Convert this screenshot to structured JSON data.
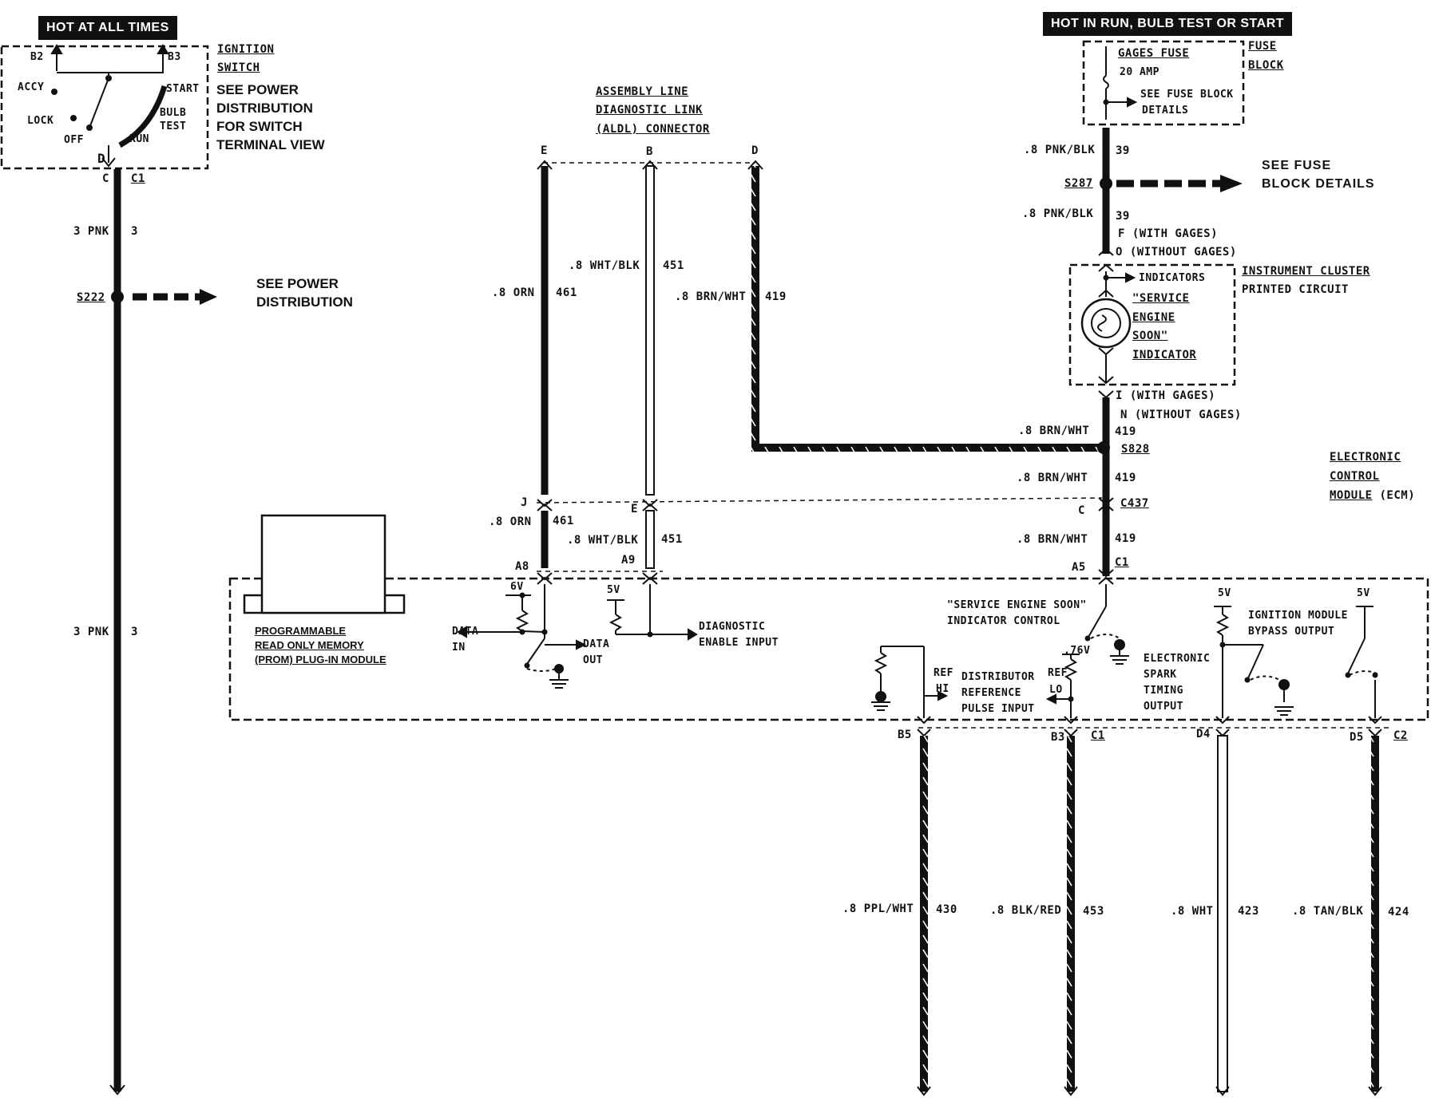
{
  "banners": {
    "hot_at_all_times": "HOT AT ALL TIMES",
    "hot_in_run": "HOT IN RUN, BULB TEST OR START"
  },
  "ignition": {
    "title_line1": "IGNITION",
    "title_line2": "SWITCH",
    "note_lines": [
      "SEE POWER",
      "DISTRIBUTION",
      "FOR SWITCH",
      "TERMINAL VIEW"
    ],
    "b2": "B2",
    "b3": "B3",
    "accy": "ACCY",
    "lock": "LOCK",
    "off": "OFF",
    "start": "START",
    "bulb": "BULB",
    "test": "TEST",
    "run": "RUN",
    "terminal_d": "D",
    "terminal_c": "C",
    "connector": "C1"
  },
  "left_wire": {
    "size_color": "3 PNK",
    "circuit": "3",
    "splice": "S222",
    "note_lines": [
      "SEE POWER",
      "DISTRIBUTION"
    ]
  },
  "aldl": {
    "title_lines": [
      "ASSEMBLY LINE",
      "DIAGNOSTIC LINK",
      "(ALDL) CONNECTOR"
    ],
    "pin_e": "E",
    "pin_b": "B",
    "pin_d": "D"
  },
  "wires": {
    "orn": ".8 ORN",
    "orn_circuit": "461",
    "whtblk": ".8 WHT/BLK",
    "whtblk_circuit": "451",
    "brnwht": ".8 BRN/WHT",
    "brnwht_circuit": "419",
    "pnkblk": ".8 PNK/BLK",
    "pnkblk_circuit": "39",
    "pplwht": ".8 PPL/WHT",
    "pplwht_circuit": "430",
    "blkred": ".8 BLK/RED",
    "blkred_circuit": "453",
    "wht": ".8 WHT",
    "wht_circuit": "423",
    "tanblk": ".8 TAN/BLK",
    "tanblk_circuit": "424"
  },
  "fuse_block": {
    "label_lines": [
      "FUSE",
      "BLOCK"
    ],
    "fuse_name": "GAGES FUSE",
    "fuse_amp": "20 AMP",
    "detail_lines": [
      "SEE FUSE BLOCK",
      "DETAILS"
    ],
    "splice": "S287",
    "see_fuse_lines": [
      "SEE  FUSE",
      "BLOCK DETAILS"
    ]
  },
  "cluster": {
    "f_with": "F (WITH GAGES)",
    "o_without": "O (WITHOUT GAGES)",
    "label_lines": [
      "INSTRUMENT CLUSTER",
      "PRINTED CIRCUIT"
    ],
    "indicators": "INDICATORS",
    "ses_lines": [
      "\"SERVICE",
      "ENGINE",
      "SOON\"",
      "INDICATOR"
    ],
    "i_with": "I (WITH GAGES)",
    "n_without": "N (WITHOUT GAGES)",
    "splice": "S828",
    "connector": "C437",
    "pin_c": "C"
  },
  "ecm": {
    "label_lines": [
      "ELECTRONIC",
      "CONTROL"
    ],
    "label_line3": "MODULE",
    "label_line3b": " (ECM)",
    "prom_lines": [
      "PROGRAMMABLE",
      "READ ONLY MEMORY",
      "(PROM) PLUG-IN MODULE"
    ],
    "pin_j": "J",
    "pin_e": "E",
    "pin_a8": "A8",
    "pin_a9": "A9",
    "pin_a5": "A5",
    "conn_c1_a": "C1",
    "v6": "6V",
    "v5a": "5V",
    "v5b": "5V",
    "v5c": "5V",
    "v076": ".76V",
    "data_in_lines": [
      "DATA",
      "IN"
    ],
    "data_out_lines": [
      "DATA",
      "OUT"
    ],
    "diag_lines": [
      "DIAGNOSTIC",
      "ENABLE INPUT"
    ],
    "ses_ctrl_lines": [
      "\"SERVICE ENGINE SOON\"",
      "INDICATOR CONTROL"
    ],
    "ref_hi_lines": [
      "REF",
      "HI"
    ],
    "ref_lo_lines": [
      "REF",
      "LO"
    ],
    "dist_ref_lines": [
      "DISTRIBUTOR",
      "REFERENCE",
      "PULSE INPUT"
    ],
    "est_lines": [
      "ELECTRONIC",
      "SPARK",
      "TIMING",
      "OUTPUT"
    ],
    "ign_bypass_lines": [
      "IGNITION MODULE",
      "BYPASS OUTPUT"
    ],
    "pin_b5": "B5",
    "pin_b3": "B3",
    "conn_c1_b": "C1",
    "pin_d4": "D4",
    "pin_d5": "D5",
    "conn_c2": "C2"
  }
}
